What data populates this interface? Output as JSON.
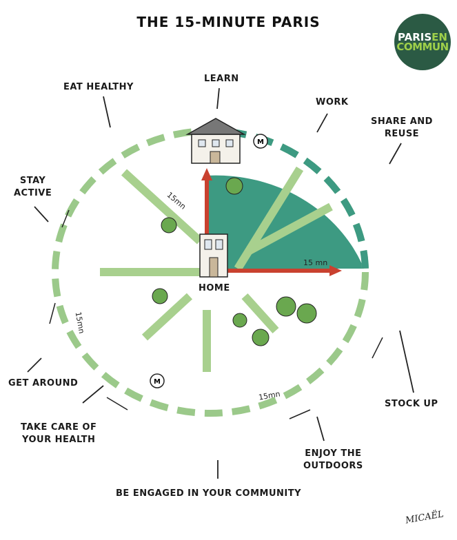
{
  "title": "THE 15-MINUTE PARIS",
  "logo": {
    "text_part1": "PARIS",
    "text_part2": "EN",
    "text_part3": "COMMUN"
  },
  "center_label": "HOME",
  "labels": {
    "learn": "LEARN",
    "eat_healthy": "EAT HEALTHY",
    "work": "WORK",
    "share_reuse": [
      "SHARE AND",
      "REUSE"
    ],
    "stay_active": [
      "STAY",
      "ACTIVE"
    ],
    "get_around": "GET AROUND",
    "take_care_health": [
      "TAKE CARE OF",
      "YOUR HEALTH"
    ],
    "community": "BE ENGAGED IN YOUR COMMUNITY",
    "enjoy_outdoors": [
      "ENJOY THE",
      "OUTDOORS"
    ],
    "stock_up": "STOCK UP"
  },
  "distance_labels": [
    "15mn",
    "15 mn",
    "15mn",
    "15mn"
  ],
  "signature": "MICAËL",
  "colors": {
    "green_sector": "#3d9a82",
    "ring_green": "#9bc98a",
    "arrow_red": "#c9412f",
    "logo_bg": "#2b5a44"
  }
}
